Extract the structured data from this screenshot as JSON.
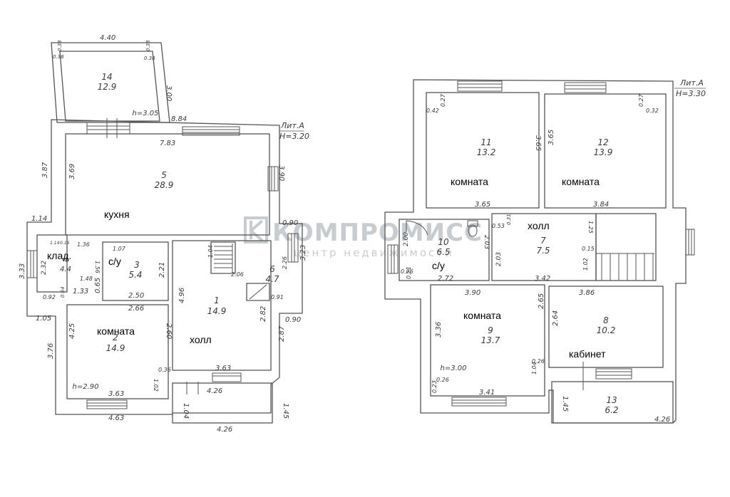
{
  "watermark": {
    "brand": "КОМПРОМИСС",
    "tagline": "центр недвижимости"
  },
  "colors": {
    "ink": "#5a5a5a",
    "watermark": "#9aa3ad"
  },
  "floor1": {
    "lit": "Лит.А",
    "height": "H=3.20",
    "rooms": {
      "r14": {
        "num": "14",
        "area": "12.9",
        "h": "h=3.05"
      },
      "r5": {
        "num": "5",
        "area": "28.9"
      },
      "r4": {
        "num": "4",
        "area": "4.4"
      },
      "r3": {
        "num": "3",
        "area": "5.4"
      },
      "r1": {
        "num": "1",
        "area": "14.9"
      },
      "r6": {
        "num": "6",
        "area": "4.7"
      },
      "r2": {
        "num": "2",
        "area": "14.9",
        "h": "h=2.90"
      }
    },
    "labels": {
      "kitchen": "кухня",
      "storage": "клад.",
      "wc": "с/у",
      "room": "комната",
      "hall": "холл"
    },
    "dims": {
      "d440": "4.40",
      "d038a": "0.38",
      "d038b": "0.38",
      "d038c": "0.38",
      "d038d": "0.38",
      "d300": "3.00",
      "d884": "8.84",
      "d783": "7.83",
      "d387": "3.87",
      "d369": "3.69",
      "d390": "3.90",
      "d114": "1.14",
      "d090a": "0.90",
      "d333": "3.33",
      "d232": "2.32",
      "d136": "1.36",
      "d156": "1.56",
      "d114b": "1.14",
      "d016": "0.16",
      "d107": "1.07",
      "d221": "2.21",
      "d104": "1.04",
      "d206": "2.06",
      "d148": "1.48",
      "d092": "0.92",
      "d064": "0.64",
      "d133": "1.33",
      "d065": "0.65",
      "d250": "2.50",
      "d266": "2.66",
      "d496": "4.96",
      "d226": "2.26",
      "d323": "3.23",
      "d091": "0.91",
      "d105": "1.05",
      "d090b": "0.90",
      "d425": "4.25",
      "d260": "2.60",
      "d282": "2.82",
      "d287": "2.87",
      "d376": "3.76",
      "d036": "0.36",
      "d102": "1.02",
      "d363a": "3.63",
      "d363b": "3.63",
      "d426a": "4.26",
      "d104b": "1.04",
      "d145": "1.45",
      "d463": "4.63",
      "d426b": "4.26"
    }
  },
  "floor2": {
    "lit": "Лит.А",
    "height": "H=3.30",
    "rooms": {
      "r11": {
        "num": "11",
        "area": "13.2"
      },
      "r12": {
        "num": "12",
        "area": "13.9"
      },
      "r10": {
        "num": "10",
        "area": "6.5"
      },
      "r7": {
        "num": "7",
        "area": "7.5"
      },
      "r9": {
        "num": "9",
        "area": "13.7",
        "h": "h=3.00"
      },
      "r8": {
        "num": "8",
        "area": "10.2"
      },
      "r13": {
        "num": "13",
        "area": "6.2"
      }
    },
    "labels": {
      "room11": "комната",
      "room12": "комната",
      "wc": "с/у",
      "hall": "холл",
      "room9": "комната",
      "study": "кабинет"
    },
    "dims": {
      "d042": "0.42",
      "d027a": "0.27",
      "d027b": "0.27",
      "d032": "0.32",
      "d365a": "3.65",
      "d365b": "3.65",
      "d365c": "3.65",
      "d384": "3.84",
      "d200": "2.00",
      "d203a": "2.03",
      "d203b": "2.03",
      "d053": "0.53",
      "d031": "0.31",
      "d125": "1.25",
      "d015": "0.15",
      "d102": "1.02",
      "d026a": "0.26",
      "d021": "0.21",
      "d272": "2.72",
      "d342": "3.42",
      "d390": "3.90",
      "d386": "3.86",
      "d336": "3.36",
      "d265": "2.65",
      "d264": "2.64",
      "d026b": "0.26",
      "d023": "0.23",
      "d104": "1.04",
      "d026c": "0.26",
      "d341": "3.41",
      "d145": "1.45",
      "d426": "4.26"
    }
  }
}
